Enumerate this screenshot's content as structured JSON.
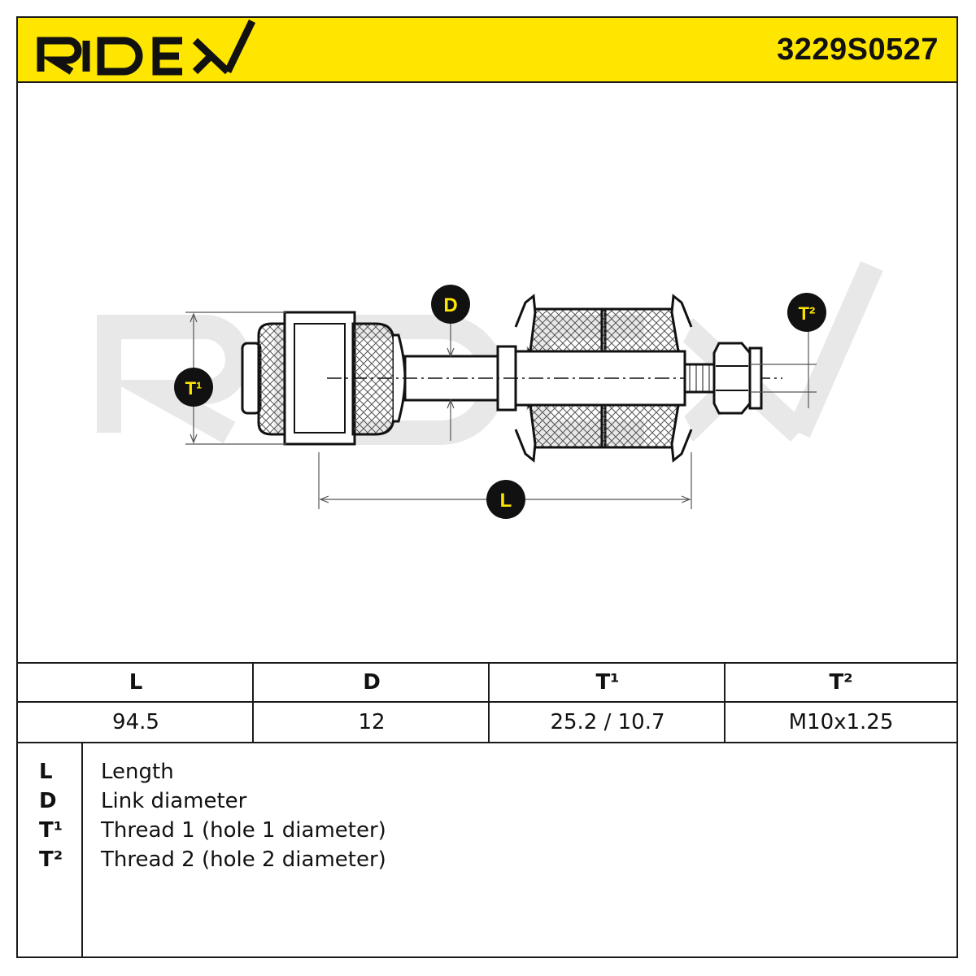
{
  "header": {
    "brand": "RIDEX",
    "part_number": "3229S0527"
  },
  "colors": {
    "brand_yellow": "#ffe600",
    "line": "#1a1a1a",
    "watermark": "#e6e6e6"
  },
  "diagram": {
    "markers": {
      "d": "D",
      "t1": "T¹",
      "t2": "T²",
      "l": "L"
    }
  },
  "specs": {
    "columns": [
      {
        "label": "L",
        "value": "94.5"
      },
      {
        "label": "D",
        "value": "12"
      },
      {
        "label": "T¹",
        "value": "25.2 / 10.7"
      },
      {
        "label": "T²",
        "value": "M10x1.25"
      }
    ]
  },
  "legend": [
    {
      "symbol": "L",
      "description": "Length"
    },
    {
      "symbol": "D",
      "description": "Link diameter"
    },
    {
      "symbol": "T¹",
      "description": "Thread 1 (hole 1 diameter)"
    },
    {
      "symbol": "T²",
      "description": "Thread 2 (hole 2 diameter)"
    }
  ]
}
